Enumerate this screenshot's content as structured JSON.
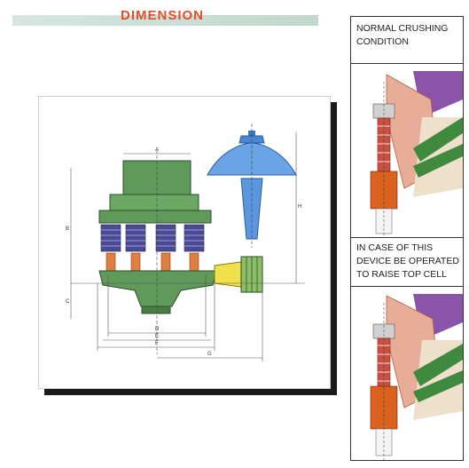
{
  "header": {
    "title": "DIMENSION"
  },
  "dimension_labels": {
    "a": "A",
    "b": "B",
    "c": "C",
    "d": "D",
    "e": "E",
    "f": "F",
    "g": "G",
    "h": "H"
  },
  "panels": {
    "normal": {
      "label": "NORMAL CRUSHING\nCONDITION"
    },
    "raise": {
      "label": "IN CASE OF THIS\nDEVICE BE OPERATED\nTO RAISE TOP CELL"
    }
  }
}
